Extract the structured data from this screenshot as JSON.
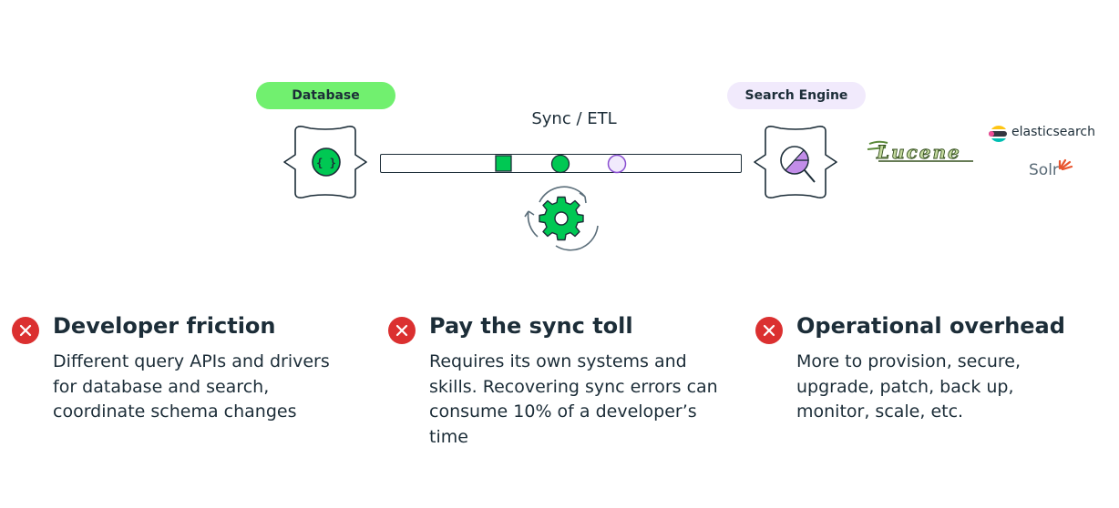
{
  "diagram": {
    "database_label": "Database",
    "search_engine_label": "Search Engine",
    "sync_label": "Sync / ETL",
    "logos": {
      "lucene": "Lucene",
      "elasticsearch": "elasticsearch",
      "solr": "Solr"
    }
  },
  "points": [
    {
      "title": "Developer friction",
      "body": "Different query APIs and drivers for database and search, coordinate schema changes"
    },
    {
      "title": "Pay the sync toll",
      "body": "Requires its own systems and skills. Recovering sync errors can consume 10% of a developer’s time"
    },
    {
      "title": "Operational overhead",
      "body": "More to provision, secure, upgrade, patch, back up, monitor, scale, etc."
    }
  ],
  "colors": {
    "green": "#71f06f",
    "green_icon": "#00a35c",
    "lavender": "#f1eafc",
    "purple": "#c28de8",
    "red": "#db3030",
    "ink": "#1c2d38"
  }
}
